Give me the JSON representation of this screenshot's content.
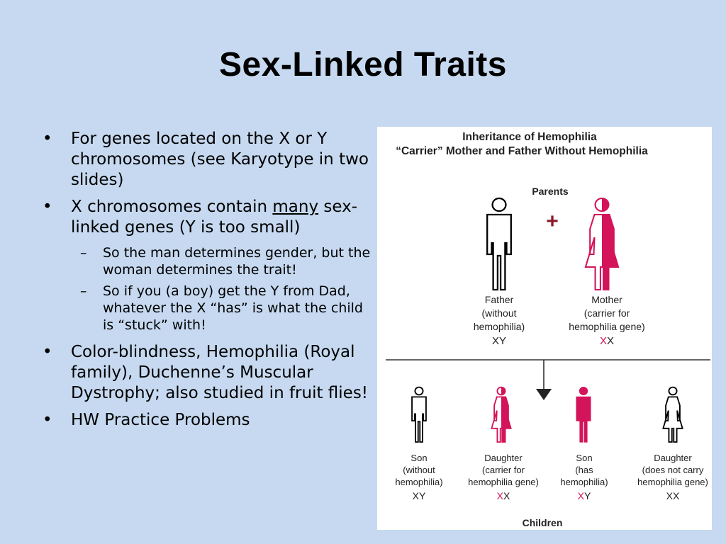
{
  "slide": {
    "title": "Sex-Linked Traits",
    "bullets": {
      "b1": "For genes located on the X or Y chromosomes (see Karyotype in two slides)",
      "b2_pre": "X chromosomes contain ",
      "b2_under": "many",
      "b2_post": " sex-linked genes (Y is too small)",
      "s1": "So the man determines gender, but the woman determines the trait!",
      "s2": "So if you (a boy) get the Y from Dad, whatever the X “has” is what the child is “stuck” with!",
      "b3": " Color-blindness, Hemophilia (Royal family), Duchenne’s Muscular Dystrophy; also studied in fruit flies!",
      "b4": "HW Practice Problems"
    }
  },
  "diagram": {
    "title1": "Inheritance of Hemophilia",
    "title2": "“Carrier” Mother and Father Without Hemophilia",
    "parents_label": "Parents",
    "plus": "+",
    "father": {
      "l1": "Father",
      "l2": "(without",
      "l3": "hemophilia)",
      "geno_a": "XY",
      "geno_b": ""
    },
    "mother": {
      "l1": "Mother",
      "l2": "(carrier for",
      "l3": "hemophilia gene)",
      "geno_red": "X",
      "geno_black": "X"
    },
    "children_label": "Children",
    "children": [
      {
        "l1": "Son",
        "l2": "(without",
        "l3": "hemophilia)",
        "geno_red": "",
        "geno_black": "XY"
      },
      {
        "l1": "Daughter",
        "l2": "(carrier for",
        "l3": "hemophilia gene)",
        "geno_red": "X",
        "geno_black": "X"
      },
      {
        "l1": "Son",
        "l2": "(has",
        "l3": "hemophilia)",
        "geno_red": "X",
        "geno_black": "Y"
      },
      {
        "l1": "Daughter",
        "l2": "(does not carry",
        "l3": "hemophilia gene)",
        "geno_red": "",
        "geno_black": "XX"
      }
    ],
    "colors": {
      "carrier": "#d4145a",
      "outline": "#000000",
      "background": "#ffffff"
    }
  }
}
